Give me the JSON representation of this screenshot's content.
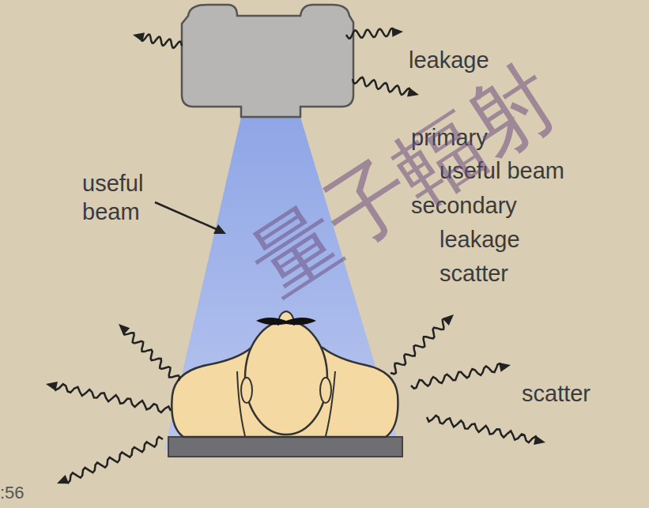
{
  "diagram": {
    "labels": [
      "leakage",
      "useful beam",
      "primary",
      "useful beam",
      "secondary",
      "leakage",
      "scatter",
      "scatter",
      "量子輻射",
      ":56"
    ]
  }
}
